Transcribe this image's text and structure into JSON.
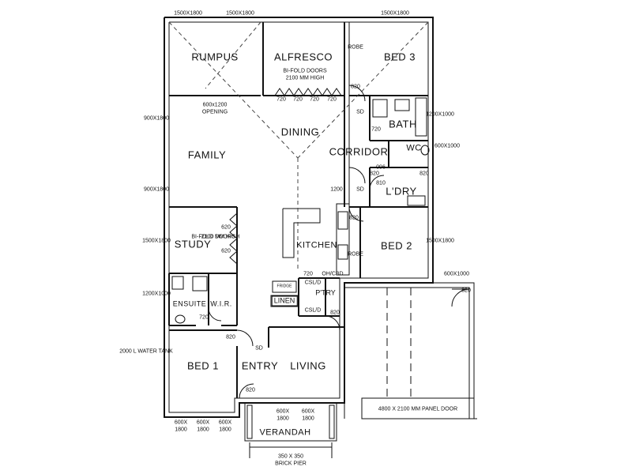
{
  "rooms": {
    "rumpus": "RUMPUS",
    "alfresco": "ALFRESCO",
    "bed3": "BED 3",
    "dining": "DINING",
    "bath": "BATH",
    "family": "FAMILY",
    "corridor": "CORRIDOR",
    "wc": "WC",
    "laundry": "L'DRY",
    "study": "STUDY",
    "kitchen": "KITCHEN",
    "bed2": "BED 2",
    "ensuite": "ENSUITE",
    "wir": "W.I.R.",
    "linen": "LINEN",
    "pantry": "P'TRY",
    "bed1": "BED 1",
    "entry": "ENTRY",
    "living": "LIVING",
    "verandah": "VERANDAH"
  },
  "notes": {
    "bifold_alfresco_1": "BI-FOLD DOORS",
    "bifold_alfresco_2": "2100 MM HIGH",
    "bifold_study_1": "BI-FOLD DOORS",
    "bifold_study_2": "2100 MM HIGH",
    "opening_1": "600x1200",
    "opening_2": "OPENING",
    "fridge": "FRIDGE",
    "robe": "ROBE",
    "sd": "SD",
    "sd_entry": "SD",
    "csld_1": "CSL/D",
    "csld_2": "CSL/D",
    "ohcbd": "OH/CBD",
    "panel_door": "4800 X 2100 MM PANEL DOOR",
    "brick_pier_1": "350 X 350",
    "brick_pier_2": "BRICK PIER",
    "water_tank": "2000 L WATER TANK"
  },
  "dims": {
    "top1": "1500X1800",
    "top2": "1500X1800",
    "top3": "1500X1800",
    "left1": "900X1800",
    "left2": "900X1800",
    "left3": "1500X1800",
    "left4": "1200X1000",
    "right1": "1200X1000",
    "right2": "600X1000",
    "right3": "1500X1800",
    "garage_top": "600X1000",
    "d720": "720",
    "d820": "820",
    "d620": "620",
    "d1200": "1200",
    "d096": "096",
    "d810": "810",
    "bot1a": "600X",
    "bot1b": "1800",
    "bot2a": "600X",
    "bot2b": "1800",
    "bot3a": "600X",
    "bot3b": "1800",
    "ver1a": "600X",
    "ver1b": "1800",
    "ver2a": "600X",
    "ver2b": "1800"
  }
}
